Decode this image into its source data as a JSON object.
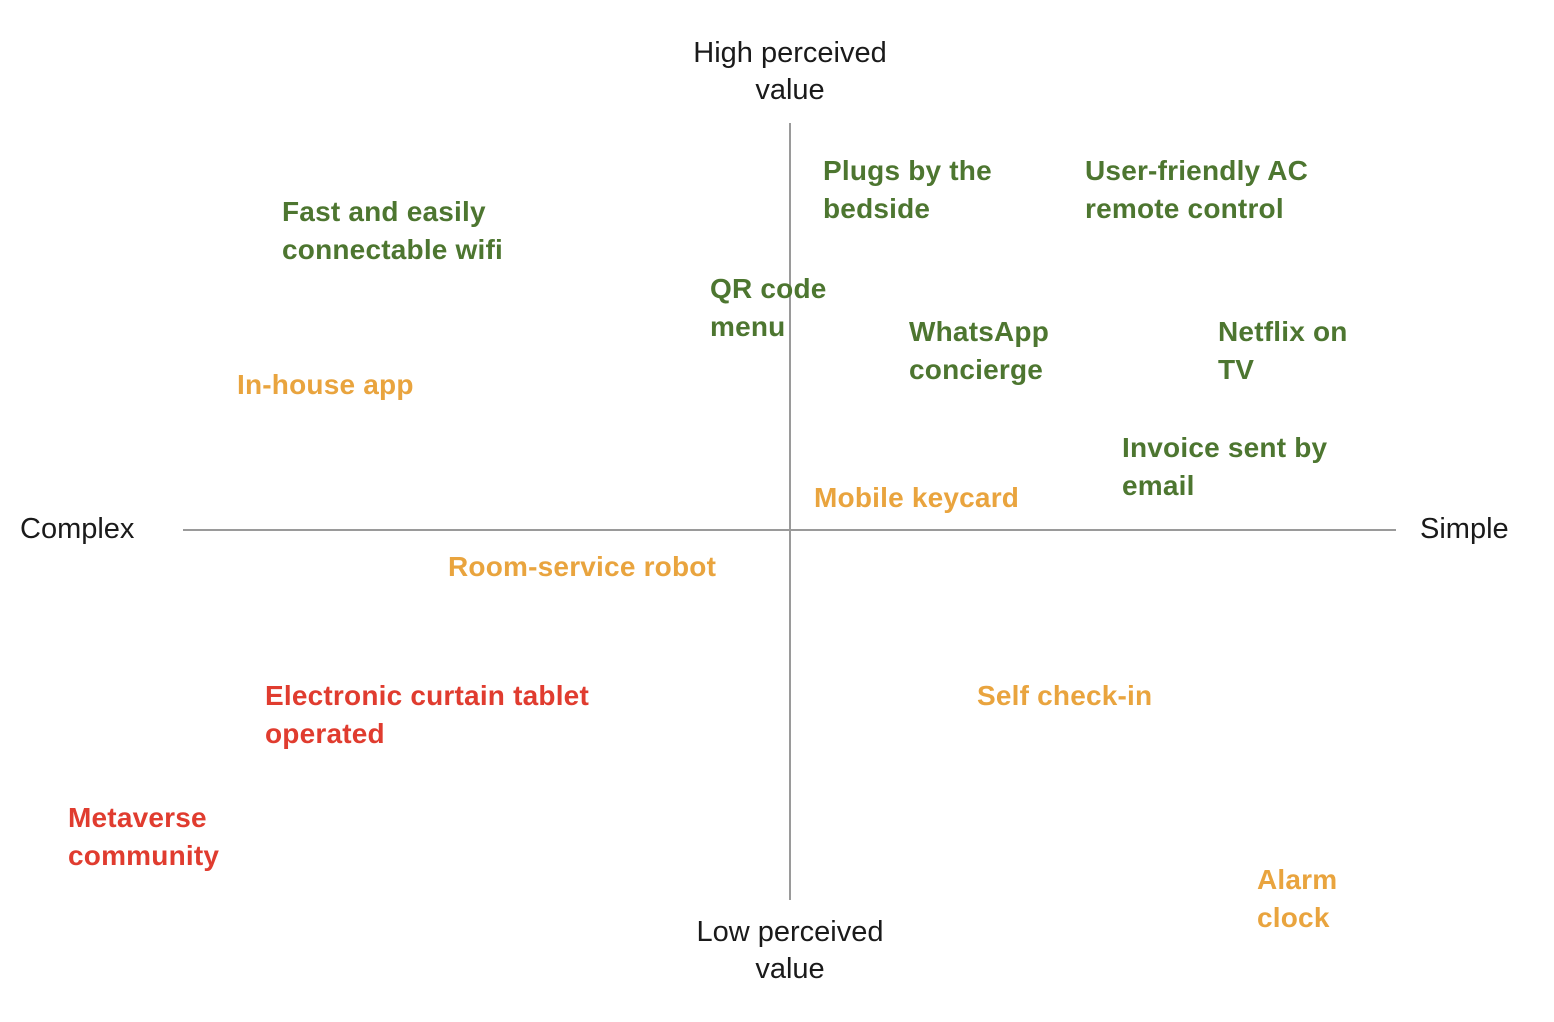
{
  "axes": {
    "top": [
      "High perceived",
      "value"
    ],
    "bottom": [
      "Low perceived",
      "value"
    ],
    "left": "Complex",
    "right": "Simple"
  },
  "colors": {
    "high_value": "#4d7630",
    "medium": "#e9a43e",
    "low_value": "#e03c2f",
    "axis": "#9a9a9a"
  },
  "items": [
    {
      "lines": [
        "Plugs by the",
        "bedside"
      ],
      "color": "high_value"
    },
    {
      "lines": [
        "User-friendly AC",
        "remote control"
      ],
      "color": "high_value"
    },
    {
      "lines": [
        "Fast and easily",
        "connectable wifi"
      ],
      "color": "high_value"
    },
    {
      "lines": [
        "QR code",
        "menu"
      ],
      "color": "high_value"
    },
    {
      "lines": [
        "WhatsApp",
        "concierge"
      ],
      "color": "high_value"
    },
    {
      "lines": [
        "Netflix on",
        "TV"
      ],
      "color": "high_value"
    },
    {
      "lines": [
        "In-house app"
      ],
      "color": "medium"
    },
    {
      "lines": [
        "Invoice sent by",
        "email"
      ],
      "color": "high_value"
    },
    {
      "lines": [
        "Mobile keycard"
      ],
      "color": "medium"
    },
    {
      "lines": [
        "Room-service robot"
      ],
      "color": "medium"
    },
    {
      "lines": [
        "Electronic curtain tablet",
        "operated"
      ],
      "color": "low_value"
    },
    {
      "lines": [
        "Self check-in"
      ],
      "color": "medium"
    },
    {
      "lines": [
        "Metaverse",
        "community"
      ],
      "color": "low_value"
    },
    {
      "lines": [
        "Alarm",
        "clock"
      ],
      "color": "medium"
    }
  ]
}
